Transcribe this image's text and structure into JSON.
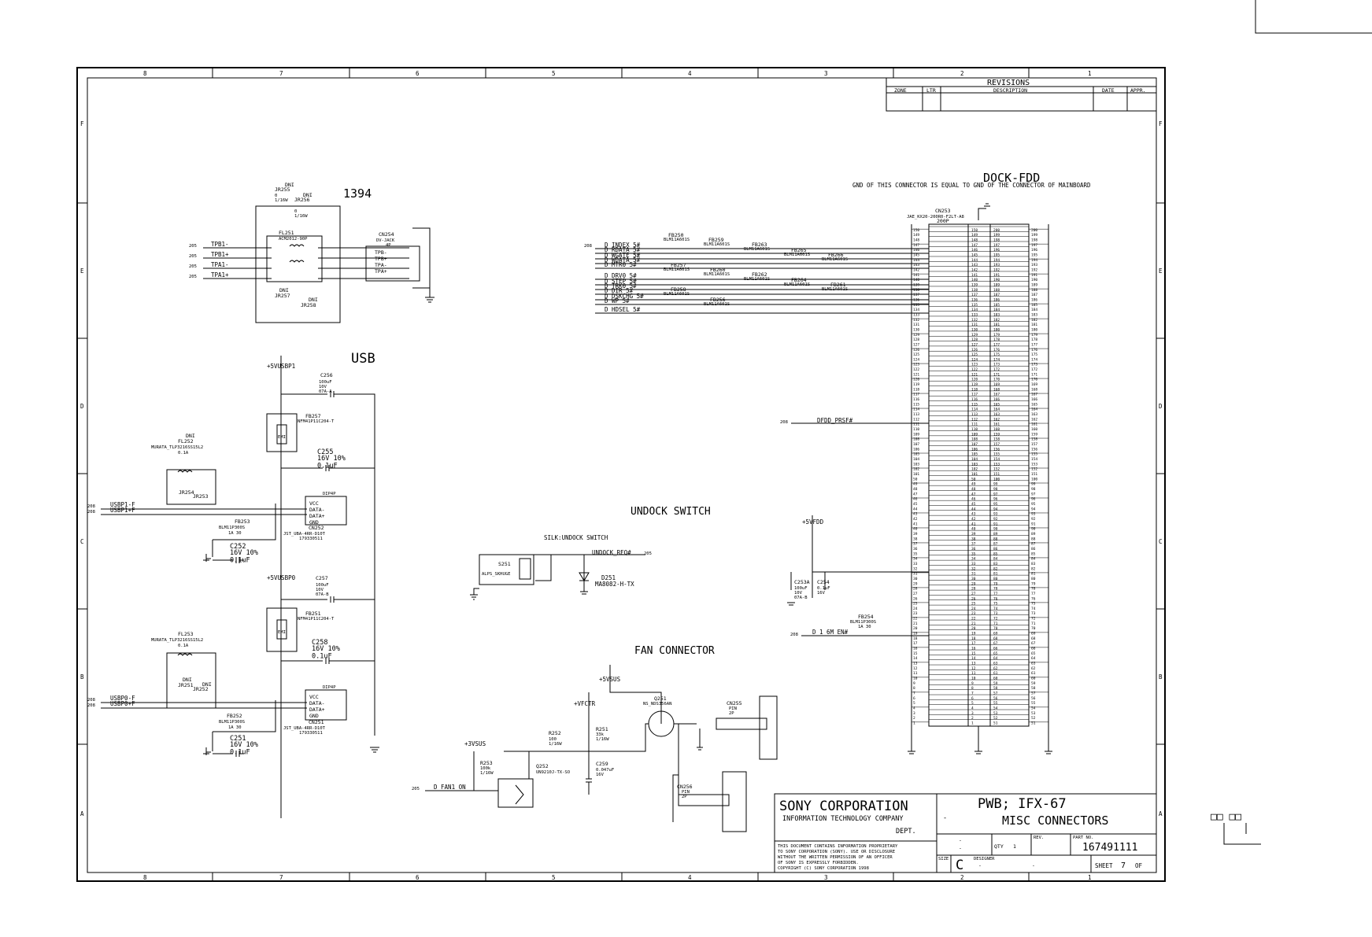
{
  "border": {
    "cols": [
      "8",
      "7",
      "6",
      "5",
      "4",
      "3",
      "2",
      "1"
    ],
    "rows": [
      "F",
      "E",
      "D",
      "C",
      "B",
      "A"
    ]
  },
  "revisions": {
    "title": "REVISIONS",
    "headers": [
      "ZONE",
      "LTR",
      "DESCRIPTION",
      "DATE",
      "APPR."
    ]
  },
  "ieee1394": {
    "title": "1394",
    "dni_top_a": "DNI",
    "jr255": "JR255",
    "jr255_val": "0\n1/16W",
    "dni_top_b": "DNI",
    "jr256": "JR256",
    "jr256_val": "0\n1/16W",
    "fl251": "FL251",
    "fl251_part": "ACM2012-90P",
    "cn254": "CN254",
    "cn254_part": "DV-JACK",
    "cn254_pins": "4P",
    "left_nets": [
      "TPB1-",
      "TPB1+",
      "TPA1-",
      "TPA1+"
    ],
    "right_nets": [
      "TPB-",
      "TPB+",
      "TPA-",
      "TPA+"
    ],
    "dni_bot_a": "DNI",
    "jr257": "JR257",
    "dni_bot_b": "DNI",
    "jr258": "JR258",
    "ref": "205"
  },
  "usb": {
    "title": "USB",
    "vcc_p1": "+5VUSBP1",
    "vcc_p0": "+5VUSBP0",
    "c256": "C256",
    "c256_val": "100uF\n10V\n07A-A",
    "c257": "C257",
    "c257_val": "100uF\n10V\n07A-B",
    "fb257": "FB257",
    "fb257_part": "NFM41P11C204-T",
    "fb251": "FB251",
    "fb251_part": "NFM41P11C204-T",
    "emi": "EMI",
    "c255": "C255",
    "c255_val": "16V 10%\n0.1uF",
    "c258": "C258",
    "c258_val": "16V 10%\n0.1uF",
    "dni_fl252": "DNI",
    "fl252": "FL252",
    "fl252_part": "MURATA_TLP3216SS15L2",
    "fl252_val": "0.1A",
    "fl253": "FL253",
    "fl253_part": "MURATA_TLP3216SS15L2",
    "fl253_val": "0.1A",
    "jr254": "JR254",
    "jr253": "JR253",
    "jr251": "JR251",
    "jr252": "JR252",
    "dni_a": "DNI",
    "dni_b": "DNI",
    "usbp1_n": "USBP1-F",
    "usbp1_p": "USBP1+F",
    "usbp0_n": "USBP0-F",
    "usbp0_p": "USBP0+F",
    "fb253": "FB253",
    "fb253_part": "BLM11P300S",
    "fb253_val": "1A 30",
    "fb252": "FB252",
    "fb252_part": "BLM11P300S",
    "fb252_val": "1A 30",
    "c252": "C252",
    "c252_val": "16V 10%\n0.1uF",
    "c251": "C251",
    "c251_val": "16V 10%\n0.1uF",
    "cn252": "CN252",
    "cn252_part": "JST_UBA-4RR-D10T",
    "cn252_num": "179330511",
    "cn251": "CN251",
    "cn251_part": "JST_UBA-4RR-D10T",
    "cn251_num": "179330511",
    "conn_pins": "DIP4P",
    "conn_labels": [
      "VCC",
      "DATA-",
      "DATA+",
      "GND"
    ],
    "ref": "208"
  },
  "undock": {
    "title": "UNDOCK SWITCH",
    "silk": "SILK:UNDOCK SWITCH",
    "sw": "S251",
    "sw_part": "ALPS_SKHUGE",
    "net": "UNDOCK_REQ#",
    "net_ref": "205",
    "d251": "D251",
    "d251_part": "MA8082-H-TX"
  },
  "fan": {
    "title": "FAN CONNECTOR",
    "vsus": "+5VSUS",
    "vsus3": "+3VSUS",
    "vfctr": "+VFCTR",
    "q251": "Q251",
    "q251_part": "NS_NDS356AN",
    "q252": "Q252",
    "q252_part": "UN9210J-TX-SO",
    "r252": "R252",
    "r252_val": "100\n1/16W",
    "r251": "R251",
    "r251_val": "33k\n1/16W",
    "r253": "R253",
    "r253_val": "100k\n1/16W",
    "c259": "C259",
    "c259_val": "0.047uF\n16V",
    "cn255": "CN255",
    "cn255_pins": "PIN\n2P",
    "cn256": "CN256",
    "cn256_pins": "PIN\n2P",
    "net": "D_FAN1_ON",
    "net_ref": "205"
  },
  "dock": {
    "title": "DOCK-FDD",
    "note": "GND OF THIS CONNECTOR IS EQUAL TO GND OF THE CONNECTOR OF MAINBOARD",
    "cn253": "CN253",
    "cn253_part": "JAE_KX20-200R0-F2LT-A8",
    "cn253_pins": "200P",
    "fdd_nets": [
      "D_INDEX_5#",
      "D_RDATA_5#",
      "D_WGATE_5#",
      "D_WDATA_5#",
      "D_MTR0_5#",
      "D_DRV0_5#",
      "D_STEP_5#",
      "D_TRK0_5#",
      "D_DIR_5#",
      "D_DSKCHG_5#",
      "D_WP_5#",
      "D_HDSEL_5#"
    ],
    "fbs": [
      "FB250",
      "FB259",
      "FB263",
      "FB265",
      "FB266",
      "FB257",
      "FB260",
      "FB262",
      "FB264",
      "FB261",
      "FB258",
      "FB256"
    ],
    "fb_part": "BLM11A601S",
    "dfdd": "DFDD_PRSF#",
    "dfdd_ref": "208",
    "v5fdd": "+5VFDD",
    "c253a": "C253A",
    "c253a_val": "100uF\n10V\n07A-B",
    "c254": "C254",
    "c254_val": "0.1uF\n16V",
    "fb254": "FB254",
    "fb254_part": "BLM11P300S",
    "fb254_val": "1A 30",
    "clk": "D_1_6M_EN#",
    "clk_ref": "208",
    "ref": "208"
  },
  "title_block": {
    "company": "SONY CORPORATION",
    "division": "INFORMATION TECHNOLOGY COMPANY",
    "dept": "DEPT.",
    "notice": [
      "THIS DOCUMENT CONTAINS INFORMATION PROPRIETARY",
      "TO SONY CORPORATION (SONY). USE OR DISCLOSURE",
      "WITHOUT THE WRITTEN PERMISSION OF AN OFFICER",
      "OF SONY IS EXPRESSLY FORBIDDEN.",
      "COPYRIGHT (C) SONY CORPORATION 1998"
    ],
    "pwb": "PWB; IFX-67",
    "dwg_title": "MISC CONNECTORS",
    "qty_label": "QTY",
    "qty": "1",
    "rev_label": "REV.",
    "part_label": "PART NO.",
    "part_no": "167491111",
    "size_label": "SIZE",
    "size": "C",
    "designer_label": "DESIGNER",
    "sheet_label": "SHEET",
    "sheet": "7",
    "of_label": "OF",
    "dash": "-"
  },
  "corner_mark": "□□ □□"
}
